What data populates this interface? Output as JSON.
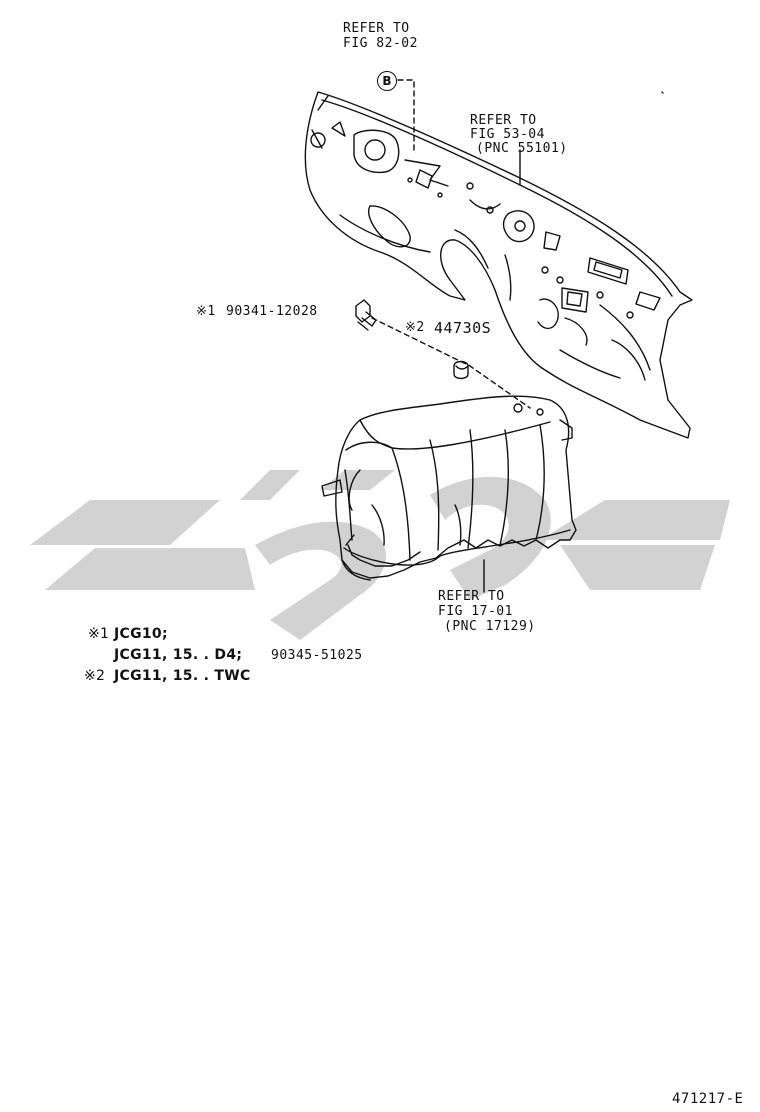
{
  "refs": {
    "fig_82": {
      "line1": "REFER TO",
      "line2": "FIG 82-02"
    },
    "fig_53": {
      "line1": "REFER TO",
      "line2": "FIG 53-04",
      "line3": "(PNC 55101)"
    },
    "fig_17": {
      "line1": "REFER TO",
      "line2": "FIG 17-01",
      "line3": "(PNC 17129)"
    }
  },
  "connector_b": "B",
  "parts": {
    "bolt": {
      "mark": "※1",
      "number": "90341-12028"
    },
    "nut": {
      "mark": "※2",
      "number": "44730S"
    }
  },
  "notes": {
    "note1_mark": "※1",
    "note1_line1": "JCG10;",
    "note1_line2_models": "JCG11, 15. . D4;",
    "note1_line2_part": "90345-51025",
    "note2_mark": "※2",
    "note2_text": "JCG11, 15. . TWC"
  },
  "diagram_id": "471217-E",
  "colors": {
    "line": "#111111",
    "watermark": "#cfcfcf"
  }
}
